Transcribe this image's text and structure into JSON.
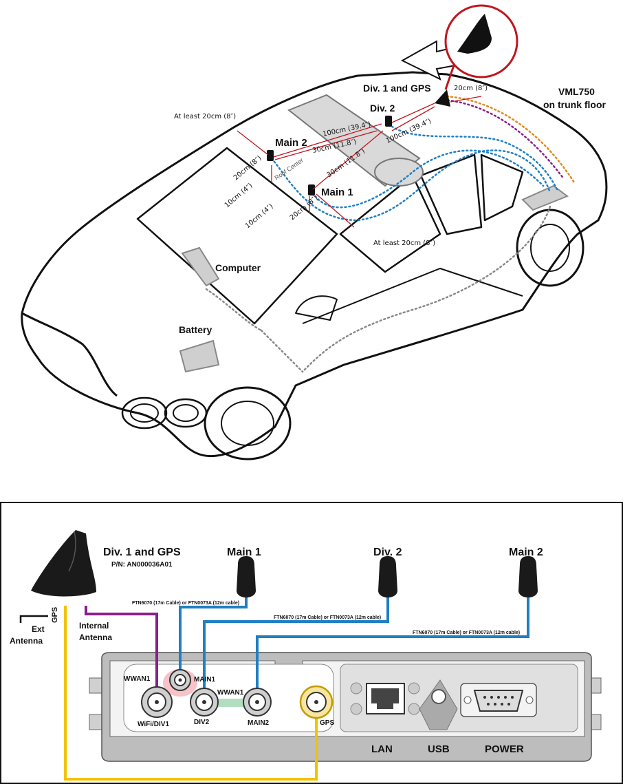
{
  "car_diagram": {
    "labels": {
      "div1_gps": "Div. 1 and GPS",
      "div2": "Div. 2",
      "main2": "Main 2",
      "main1": "Main 1",
      "vml750_line1": "VML750",
      "vml750_line2": "on trunk floor",
      "computer": "Computer",
      "battery": "Battery",
      "roof_center": "Roof Center"
    },
    "dimensions": {
      "at_least_top": "At least 20cm (8″)",
      "at_least_bottom": "At least 20cm (8″)",
      "d_20cm_gps": "20cm (8″)",
      "d_100cm_left": "100cm (39.4″)",
      "d_100cm_right": "100cm (39.4″)",
      "d_30cm_upper": "30cm (11.8″)",
      "d_30cm_lower": "30cm (11.8″)",
      "d_20cm_main2": "20cm (8″)",
      "d_20cm_main1": "20cm (8″)",
      "d_10cm_upper": "10cm (4″)",
      "d_10cm_lower": "10cm (4″)"
    }
  },
  "wiring_diagram": {
    "antennas": {
      "div1_gps": "Div. 1 and GPS",
      "part_number": "P/N: AN000036A01",
      "main1": "Main 1",
      "div2": "Div. 2",
      "main2": "Main 2"
    },
    "cables": {
      "main1_cable": "FTN6070 (17m Cable) or FTN0073A (12m cable)",
      "div2_cable": "FTN6070 (17m Cable) or FTN0073A (12m cable)",
      "main2_cable": "FTN6070 (17m Cable) or FTN0073A (12m cable)"
    },
    "side_labels": {
      "ext_antenna_1": "Ext",
      "ext_antenna_2": "Antenna",
      "gps": "GPS",
      "internal_antenna_1": "Internal",
      "internal_antenna_2": "Antenna"
    },
    "ports": {
      "wwan1_top": "WWAN1",
      "main1": "MAIN1",
      "wwan1_mid": "WWAN1",
      "wifi_div1": "WiFi/DIV1",
      "div2": "DIV2",
      "main2": "MAIN2",
      "gps": "GPS",
      "lan": "LAN",
      "usb": "USB",
      "power": "POWER"
    },
    "colors": {
      "purple": "#8b1e8c",
      "blue": "#1f7fc4",
      "yellow": "#f2c200",
      "pink": "#f4a8b0",
      "green": "#9fd6b0"
    }
  }
}
